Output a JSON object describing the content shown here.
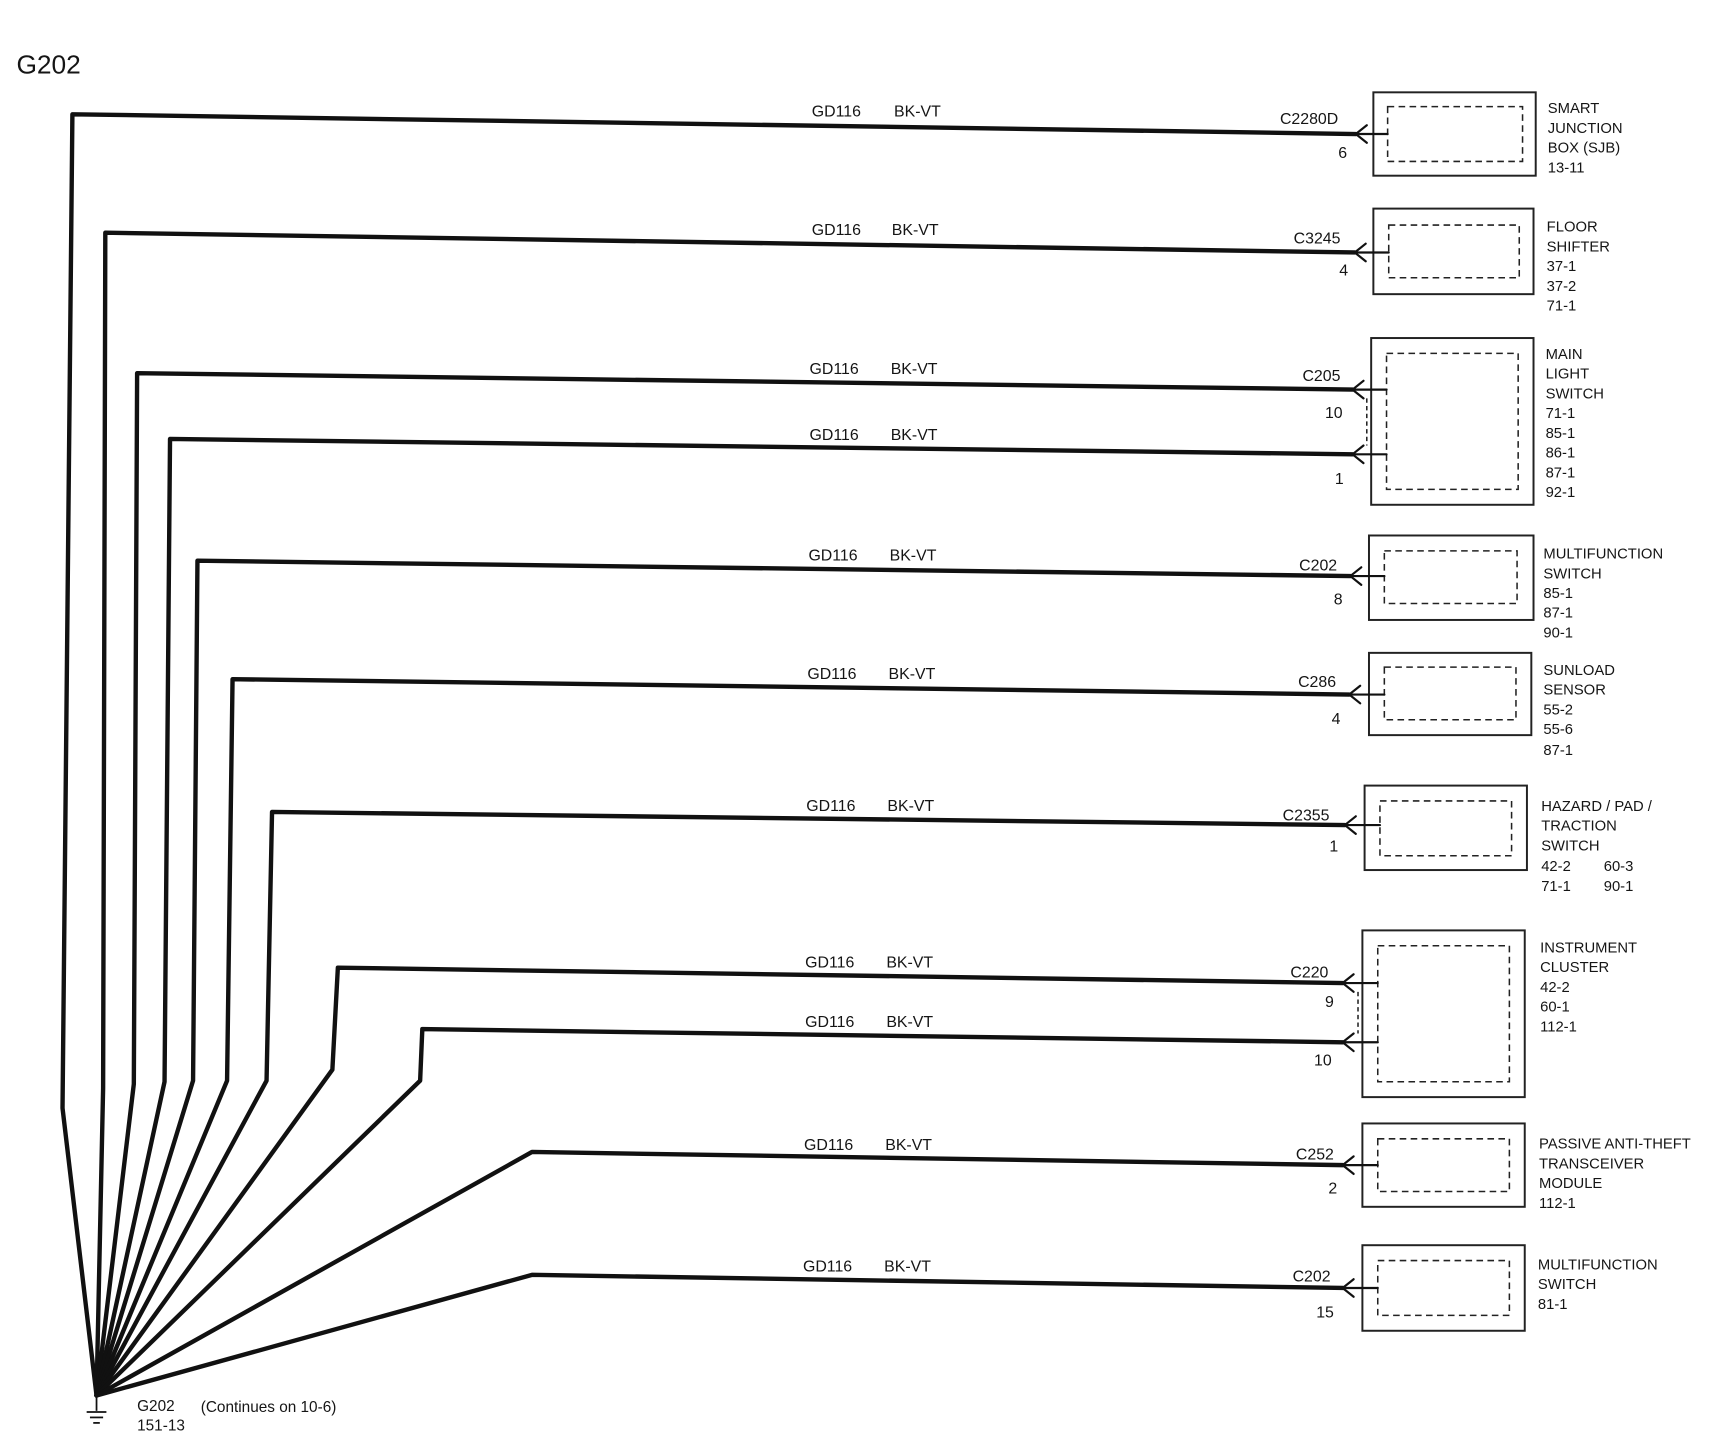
{
  "title": "G202",
  "wires": [
    {
      "circuit": "GD116",
      "color": "BK-VT",
      "connector": "C2280D",
      "pin": "6"
    },
    {
      "circuit": "GD116",
      "color": "BK-VT",
      "connector": "C3245",
      "pin": "4"
    },
    {
      "circuit": "GD116",
      "color": "BK-VT",
      "connector": "C205",
      "pin": "10"
    },
    {
      "circuit": "GD116",
      "color": "BK-VT",
      "pin": "1"
    },
    {
      "circuit": "GD116",
      "color": "BK-VT",
      "connector": "C202",
      "pin": "8"
    },
    {
      "circuit": "GD116",
      "color": "BK-VT",
      "connector": "C286",
      "pin": "4"
    },
    {
      "circuit": "GD116",
      "color": "BK-VT",
      "connector": "C2355",
      "pin": "1"
    },
    {
      "circuit": "GD116",
      "color": "BK-VT",
      "connector": "C220",
      "pin": "9"
    },
    {
      "circuit": "GD116",
      "color": "BK-VT",
      "pin": "10"
    },
    {
      "circuit": "GD116",
      "color": "BK-VT",
      "connector": "C252",
      "pin": "2"
    },
    {
      "circuit": "GD116",
      "color": "BK-VT",
      "connector": "C202",
      "pin": "15"
    }
  ],
  "components": [
    {
      "name": [
        "SMART",
        "JUNCTION",
        "BOX (SJB)"
      ],
      "refs": [
        "13-11"
      ]
    },
    {
      "name": [
        "FLOOR",
        "SHIFTER"
      ],
      "refs": [
        "37-1",
        "37-2",
        "71-1"
      ]
    },
    {
      "name": [
        "MAIN",
        "LIGHT",
        "SWITCH"
      ],
      "refs": [
        "71-1",
        "85-1",
        "86-1",
        "87-1",
        "92-1"
      ]
    },
    {
      "name": [
        "MULTIFUNCTION",
        "SWITCH"
      ],
      "refs": [
        "85-1",
        "87-1",
        "90-1"
      ]
    },
    {
      "name": [
        "SUNLOAD",
        "SENSOR"
      ],
      "refs": [
        "55-2",
        "55-6",
        "87-1"
      ]
    },
    {
      "name": [
        "HAZARD / PAD /",
        "TRACTION",
        "SWITCH"
      ],
      "refs": [
        "42-2",
        "60-3",
        "71-1",
        "90-1"
      ]
    },
    {
      "name": [
        "INSTRUMENT",
        "CLUSTER"
      ],
      "refs": [
        "42-2",
        "60-1",
        "112-1"
      ]
    },
    {
      "name": [
        "PASSIVE ANTI-THEFT",
        "TRANSCEIVER",
        "MODULE"
      ],
      "refs": [
        "112-1"
      ]
    },
    {
      "name": [
        "MULTIFUNCTION",
        "SWITCH"
      ],
      "refs": [
        "81-1"
      ]
    }
  ],
  "ground": {
    "name": "G202",
    "ref": "151-13",
    "note": "(Continues on 10-6)"
  }
}
